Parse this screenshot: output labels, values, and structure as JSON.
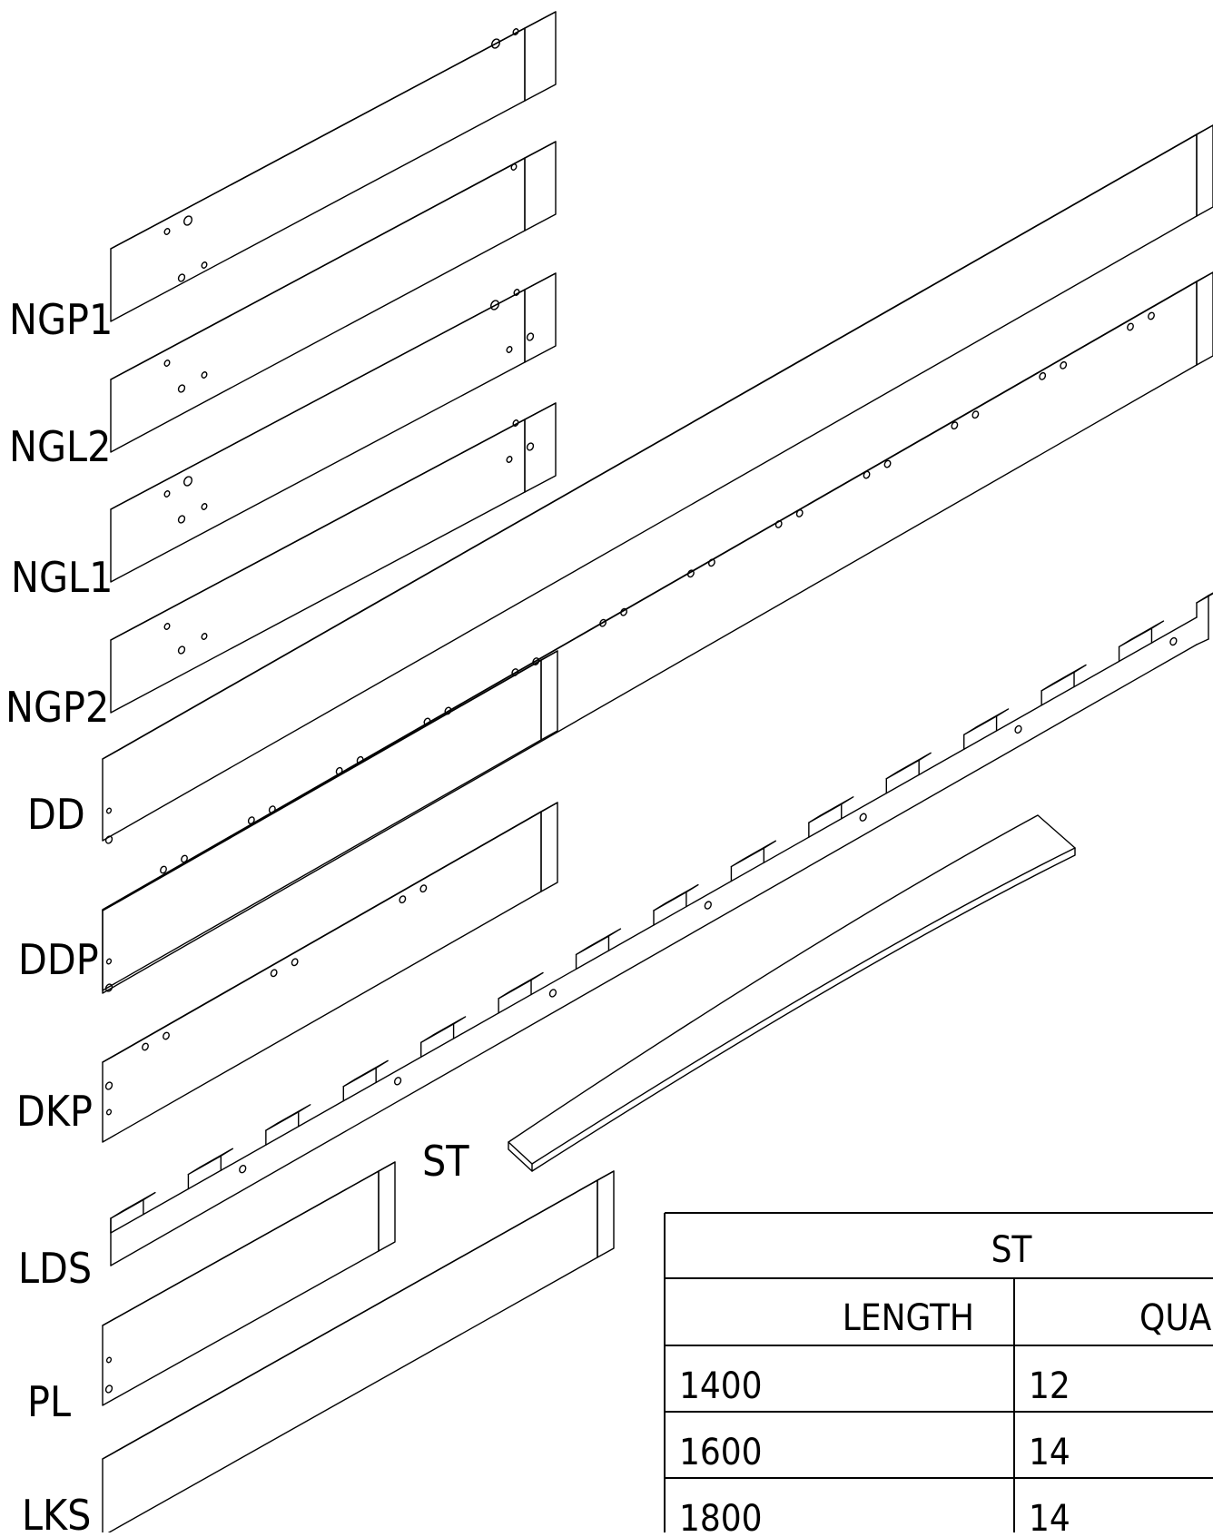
{
  "parts": [
    {
      "id": "NGP1",
      "label": "NGP1"
    },
    {
      "id": "NGL2",
      "label": "NGL2"
    },
    {
      "id": "NGL1",
      "label": "NGL1"
    },
    {
      "id": "NGP2",
      "label": "NGP2"
    },
    {
      "id": "DD",
      "label": "DD"
    },
    {
      "id": "DDP",
      "label": "DDP"
    },
    {
      "id": "DKP",
      "label": "DKP"
    },
    {
      "id": "ST",
      "label": "ST"
    },
    {
      "id": "LDS",
      "label": "LDS"
    },
    {
      "id": "PL",
      "label": "PL"
    },
    {
      "id": "LKS",
      "label": "LKS"
    }
  ],
  "table": {
    "title": "ST",
    "headers": [
      "LENGTH",
      "QUA"
    ],
    "rows": [
      {
        "length": "1400",
        "quantity": "12"
      },
      {
        "length": "1600",
        "quantity": "14"
      },
      {
        "length": "1800",
        "quantity": "14"
      }
    ]
  }
}
